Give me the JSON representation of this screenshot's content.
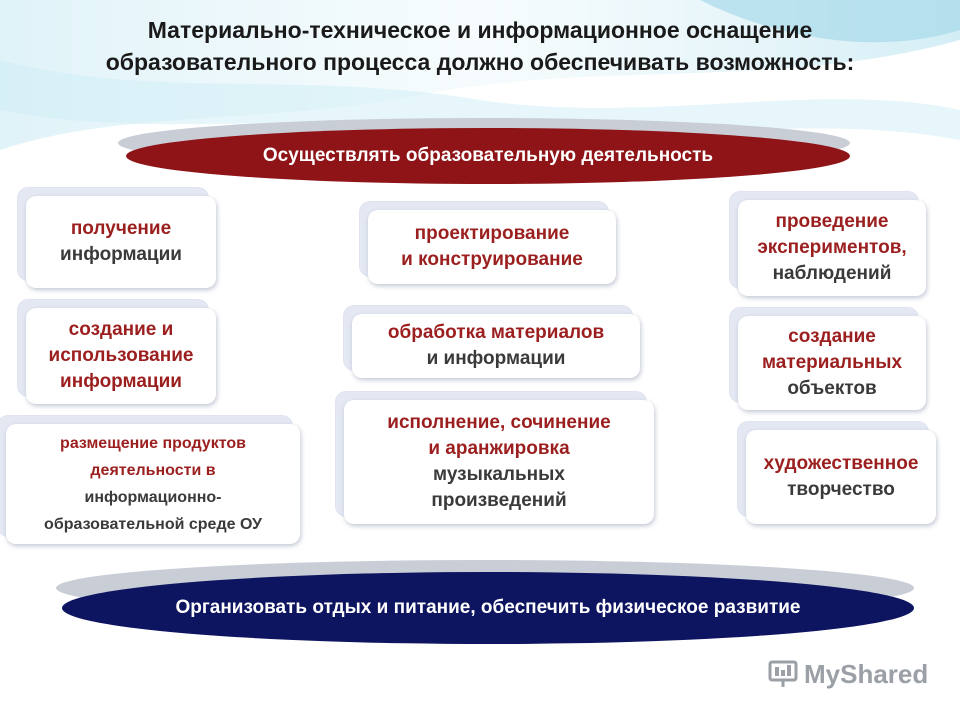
{
  "title": {
    "line1": "Материально-техническое и информационное оснащение",
    "line2": "образовательного процесса должно обеспечивать возможность:"
  },
  "banners": {
    "top": "Осуществлять образовательную деятельность",
    "bottom": "Организовать  отдых и питание, обеспечить физическое развитие"
  },
  "cards": {
    "left": [
      {
        "lines": [
          "получение",
          "информации"
        ]
      },
      {
        "lines": [
          "создание и",
          "использование",
          "информации"
        ]
      },
      {
        "lines": [
          "размещение  продуктов",
          "деятельности в",
          "информационно-",
          "образовательной среде ОУ"
        ]
      }
    ],
    "center": [
      {
        "lines": [
          "проектирование",
          "и конструирование"
        ]
      },
      {
        "lines": [
          "обработка материалов",
          "и информации"
        ]
      },
      {
        "lines": [
          "исполнение, сочинение",
          "и аранжировка",
          "музыкальных",
          "произведений"
        ]
      }
    ],
    "right": [
      {
        "lines": [
          "проведение",
          "экспериментов,",
          "наблюдений"
        ]
      },
      {
        "lines": [
          "создание",
          "материальных",
          "объектов"
        ]
      },
      {
        "lines": [
          "художественное",
          "творчество"
        ]
      }
    ]
  },
  "watermark": {
    "text": "MyShared"
  },
  "colors": {
    "top_banner": "#8e1418",
    "bottom_banner": "#0e1560",
    "card_text_red": "#9c1f1f",
    "card_text_dark": "#3a3a3a"
  }
}
